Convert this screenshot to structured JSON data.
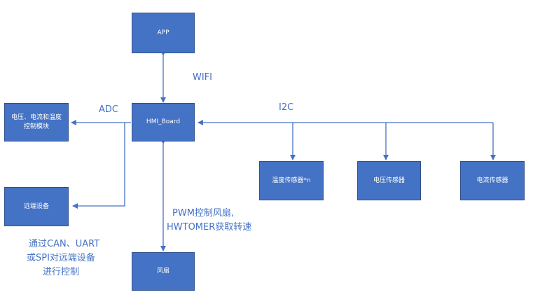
{
  "colors": {
    "box_fill": "#4472C4",
    "box_border": "#2F528F",
    "line": "#4472C4",
    "text": "#4472C4"
  },
  "nodes": {
    "app": "APP",
    "hmi": "HMI_Board",
    "power": "电压、电流和温度\n控制模块",
    "remote": "远端设备",
    "fan": "风扇",
    "temp_sensor": "温度传感器*n",
    "volt_sensor": "电压传感器",
    "curr_sensor": "电流传感器"
  },
  "labels": {
    "wifi": "WIFI",
    "adc": "ADC",
    "i2c": "I2C",
    "pwm_line1": "PWM控制风扇,",
    "pwm_line2": "HWTOMER获取转速",
    "remote_line1": "通过CAN、UART",
    "remote_line2": "或SPI对远端设备",
    "remote_line3": "进行控制"
  }
}
